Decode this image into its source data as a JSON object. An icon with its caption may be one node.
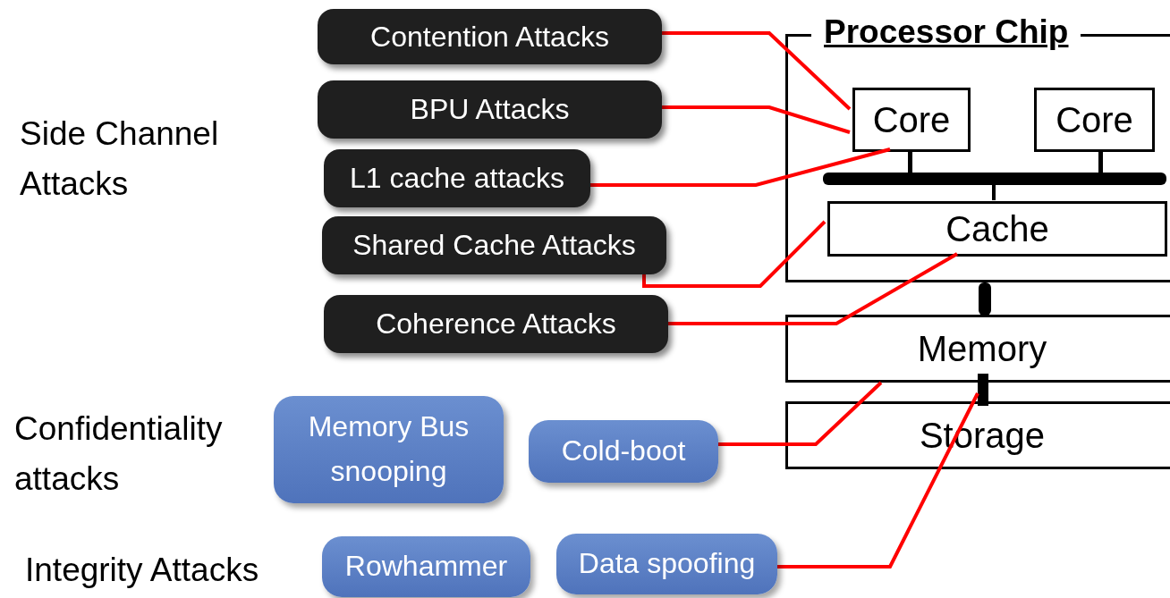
{
  "diagram": {
    "nodes": [
      {
        "text": [
          "Contention Attacks"
        ]
      },
      {
        "text": [
          "BPU Attacks"
        ]
      },
      {
        "text": [
          "L1 cache attacks"
        ]
      },
      {
        "text": [
          "Shared Cache Attacks"
        ]
      },
      {
        "text": [
          "Coherence Attacks"
        ]
      },
      {
        "text": [
          "Memory Bus snooping"
        ]
      },
      {
        "text": [
          "Cold-boot"
        ]
      },
      {
        "text": [
          "Rowhammer"
        ]
      },
      {
        "text": [
          "Data spoofing"
        ]
      },
      {
        "text": [
          "Processor Chip"
        ]
      },
      {
        "text": [
          "Core"
        ],
        "in": 9
      },
      {
        "text": [
          "Core"
        ],
        "in": 9
      },
      {
        "text": [
          "Cache"
        ],
        "in": 9
      },
      {
        "text": [
          "Memory"
        ]
      },
      {
        "text": [
          "Storage"
        ]
      },
      {
        "text": [],
        "shape": "bar"
      }
    ],
    "edges": [
      {
        "from": 0,
        "to": 10,
        "arrow": "none"
      },
      {
        "from": 1,
        "to": 10,
        "arrow": "none"
      },
      {
        "from": 2,
        "to": 10,
        "arrow": "none"
      },
      {
        "from": 3,
        "to": 12,
        "arrow": "none"
      },
      {
        "from": 4,
        "to": 12,
        "arrow": "none"
      },
      {
        "from": 6,
        "to": 13,
        "arrow": "none"
      },
      {
        "from": 8,
        "to": 15,
        "arrow": "none"
      }
    ],
    "labels": [
      "Side Channel Attacks",
      "Confidentiality attacks",
      "Integrity Attacks"
    ]
  }
}
